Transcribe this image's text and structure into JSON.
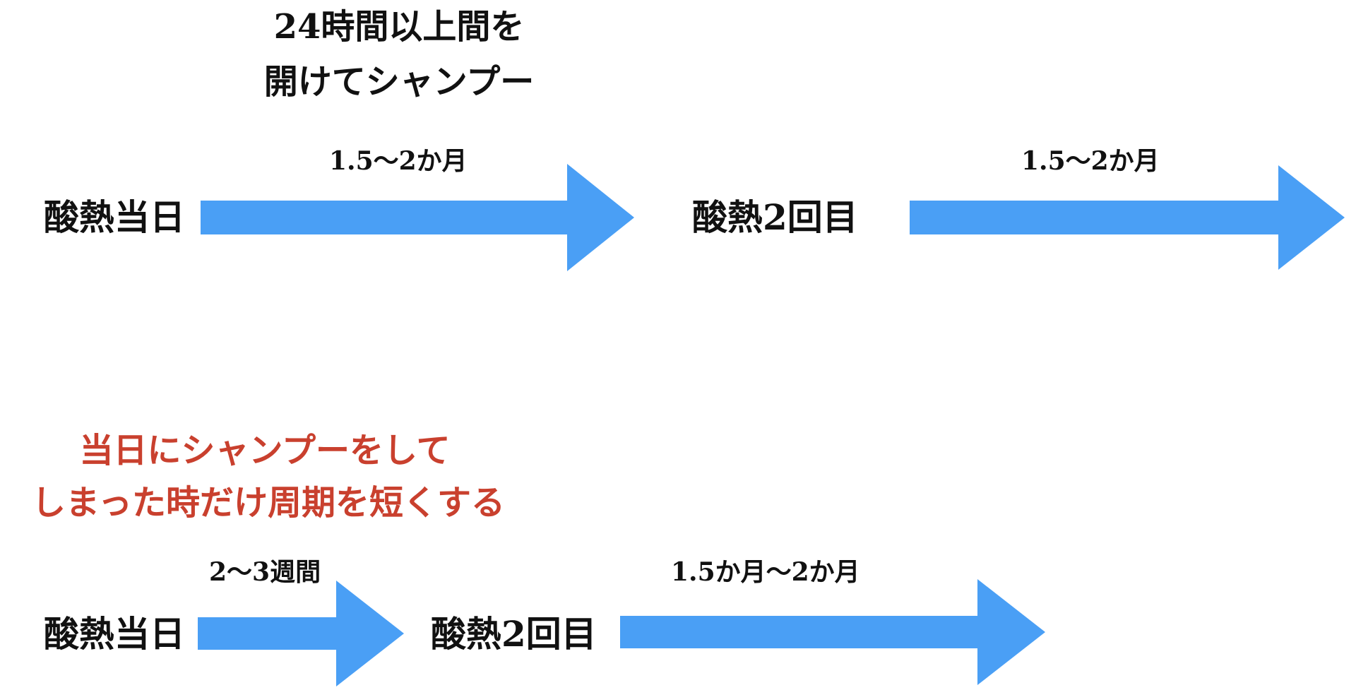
{
  "colors": {
    "arrow": "#4A9FF5",
    "note_red": "#C9402E",
    "text": "#111111",
    "background": "#FFFFFF"
  },
  "top": {
    "note": {
      "line1": "24時間以上間を",
      "line2": "開けてシャンプー"
    },
    "stage_start": "酸熱当日",
    "duration_1": "1.5〜2か月",
    "stage_second": "酸熱2回目",
    "duration_2": "1.5〜2か月"
  },
  "bottom": {
    "note": {
      "line1": "当日にシャンプーをして",
      "line2": "しまった時だけ周期を短くする"
    },
    "stage_start": "酸熱当日",
    "duration_1": "2〜3週間",
    "stage_second": "酸熱2回目",
    "duration_2": "1.5か月〜2か月"
  }
}
